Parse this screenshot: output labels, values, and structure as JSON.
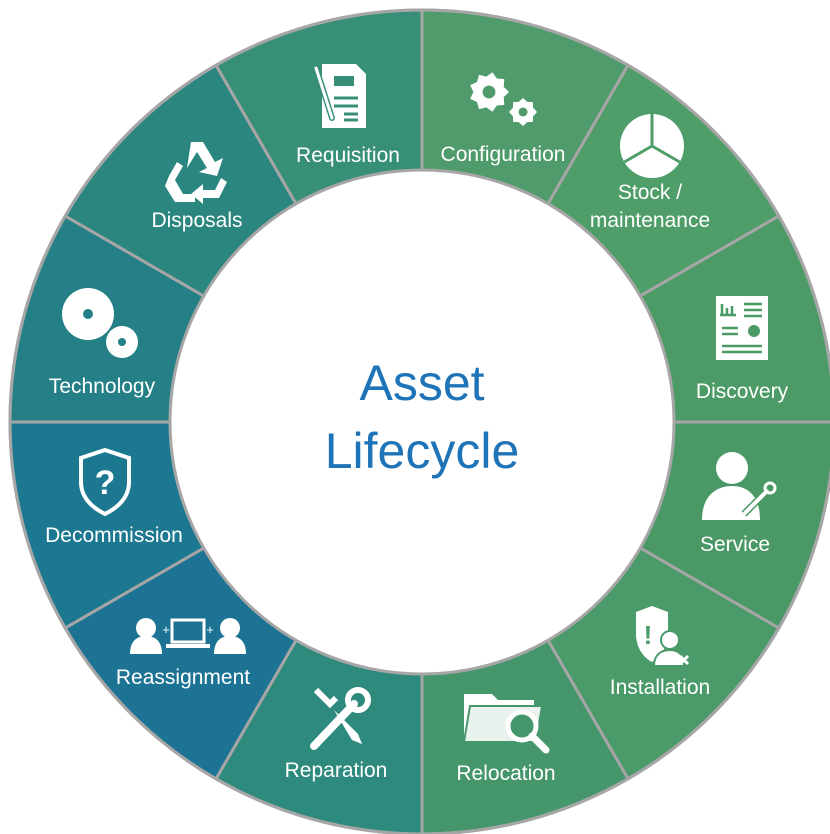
{
  "center": {
    "line1": "Asset",
    "line2": "Lifecycle"
  },
  "colors": {
    "center_text": "#1f73b7",
    "separator": "#a6a6a6",
    "icon": "#ffffff"
  },
  "segments": [
    {
      "lines": [
        "Configuration"
      ],
      "icon": "gears-icon",
      "color": "#4f9b6b"
    },
    {
      "lines": [
        "Stock /",
        "maintenance"
      ],
      "icon": "pie-chart-icon",
      "color": "#4f9d69"
    },
    {
      "lines": [
        "Discovery"
      ],
      "icon": "report-icon",
      "color": "#4c9a66"
    },
    {
      "lines": [
        "Service"
      ],
      "icon": "user-tools-icon",
      "color": "#4a9866"
    },
    {
      "lines": [
        "Installation"
      ],
      "icon": "shield-user-icon",
      "color": "#4b9a69"
    },
    {
      "lines": [
        "Relocation"
      ],
      "icon": "folder-search-icon",
      "color": "#46966c"
    },
    {
      "lines": [
        "Reparation"
      ],
      "icon": "wrench-screwdriver-icon",
      "color": "#2e8a7d"
    },
    {
      "lines": [
        "Reassignment"
      ],
      "icon": "users-laptop-icon",
      "color": "#1c7393"
    },
    {
      "lines": [
        "Decommission"
      ],
      "icon": "shield-question-icon",
      "color": "#1c7890"
    },
    {
      "lines": [
        "Technology"
      ],
      "icon": "discs-icon",
      "color": "#257f86"
    },
    {
      "lines": [
        "Disposals"
      ],
      "icon": "recycle-icon",
      "color": "#2c8680"
    },
    {
      "lines": [
        "Requisition"
      ],
      "icon": "document-icon",
      "color": "#388f78"
    }
  ]
}
